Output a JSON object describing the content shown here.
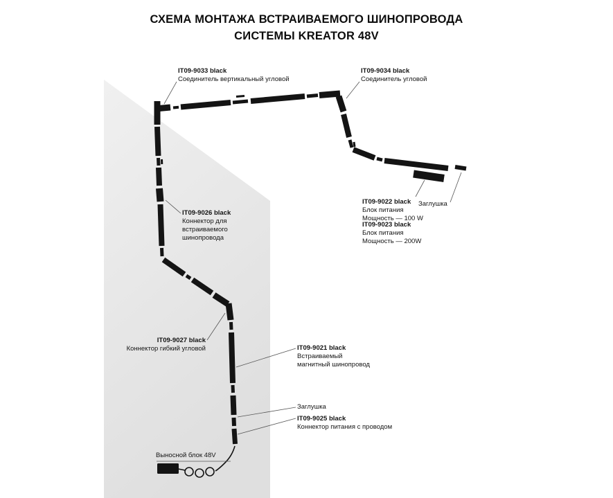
{
  "title": {
    "line1": "СХЕМА МОНТАЖА ВСТРАИВАЕМОГО ШИНОПРОВОДА",
    "line2": "СИСТЕМЫ KREATOR 48V"
  },
  "labels": {
    "vertical_corner_connector": {
      "code": "IT09-9033 black",
      "desc": "Соединитель вертикальный угловой"
    },
    "corner_connector": {
      "code": "IT09-9034 black",
      "desc": "Соединитель угловой"
    },
    "psu_100": {
      "code": "IT09-9022 black",
      "line1": "Блок питания",
      "line2": "Мощность — 100 W"
    },
    "endcap_top": {
      "text": "Заглушка"
    },
    "psu_200": {
      "code": "IT09-9023 black",
      "line1": "Блок питания",
      "line2": "Мощность — 200W"
    },
    "recessed_connector": {
      "code": "IT09-9026 black",
      "line1": "Коннектор для",
      "line2": "встраиваемого",
      "line3": "шинопровода"
    },
    "flex_corner_connector": {
      "code": "IT09-9027 black",
      "desc": "Коннектор гибкий угловой"
    },
    "magnetic_track": {
      "code": "IT09-9021 black",
      "line1": "Встраиваемый",
      "line2": "магнитный шинопровод"
    },
    "endcap_bottom": {
      "text": "Заглушка"
    },
    "power_feed_connector": {
      "code": "IT09-9025 black",
      "desc": "Коннектор питания с проводом"
    },
    "external_power_block": {
      "text": "Выносной блок 48V"
    }
  },
  "colors": {
    "track": "#141414",
    "wall_top": "#f0f0f0",
    "wall_bottom": "#e0e0e0",
    "leader": "#555555",
    "text": "#111111",
    "background": "#ffffff"
  }
}
